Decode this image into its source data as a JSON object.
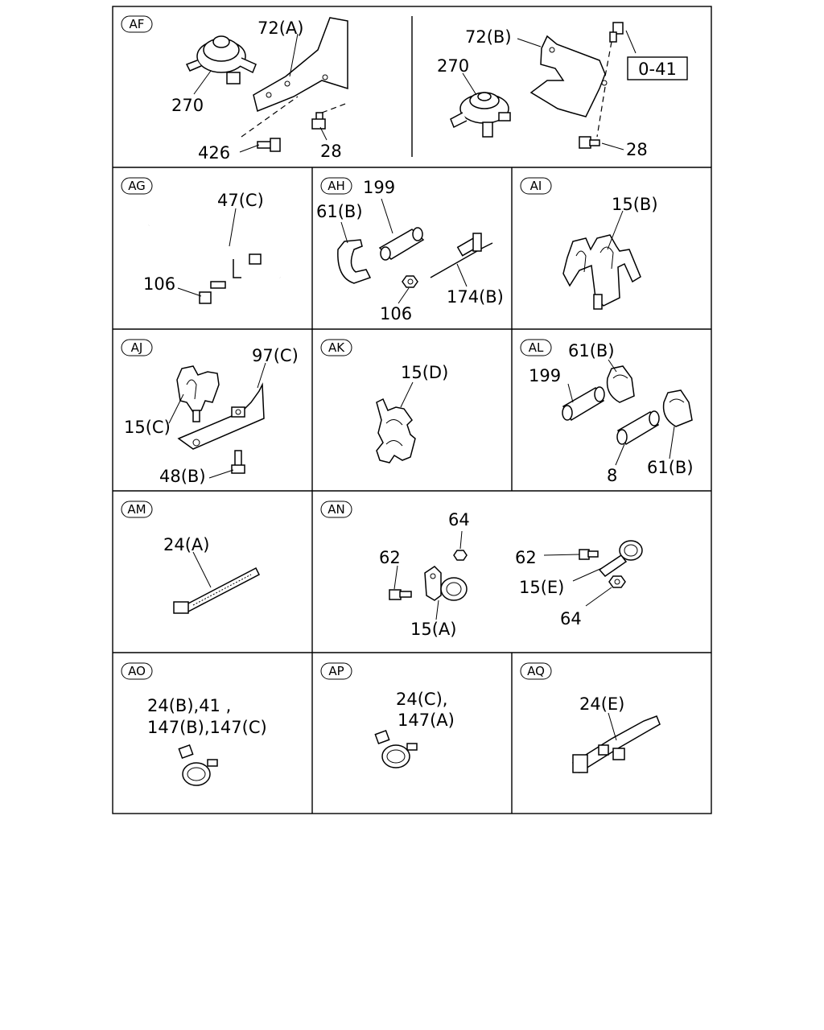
{
  "panels": {
    "af": {
      "tag": "AF",
      "callouts": [
        "72(A)",
        "270",
        "426",
        "28",
        "72(B)",
        "270",
        "28"
      ],
      "ref_box": "0-41"
    },
    "ag": {
      "tag": "AG",
      "callouts": [
        "47(C)",
        "106"
      ]
    },
    "ah": {
      "tag": "AH",
      "callouts": [
        "199",
        "61(B)",
        "106",
        "174(B)"
      ]
    },
    "ai": {
      "tag": "AI",
      "callouts": [
        "15(B)"
      ]
    },
    "aj": {
      "tag": "AJ",
      "callouts": [
        "97(C)",
        "15(C)",
        "48(B)"
      ]
    },
    "ak": {
      "tag": "AK",
      "callouts": [
        "15(D)"
      ]
    },
    "al": {
      "tag": "AL",
      "callouts": [
        "61(B)",
        "199",
        "8",
        "61(B)"
      ]
    },
    "am": {
      "tag": "AM",
      "callouts": [
        "24(A)"
      ]
    },
    "an": {
      "tag": "AN",
      "callouts": [
        "64",
        "62",
        "15(A)",
        "62",
        "15(E)",
        "64"
      ]
    },
    "ao": {
      "tag": "AO",
      "callouts": [
        "24(B),41 ,",
        "147(B),147(C)"
      ]
    },
    "ap": {
      "tag": "AP",
      "callouts": [
        "24(C),",
        "147(A)"
      ]
    },
    "aq": {
      "tag": "AQ",
      "callouts": [
        "24(E)"
      ]
    }
  }
}
